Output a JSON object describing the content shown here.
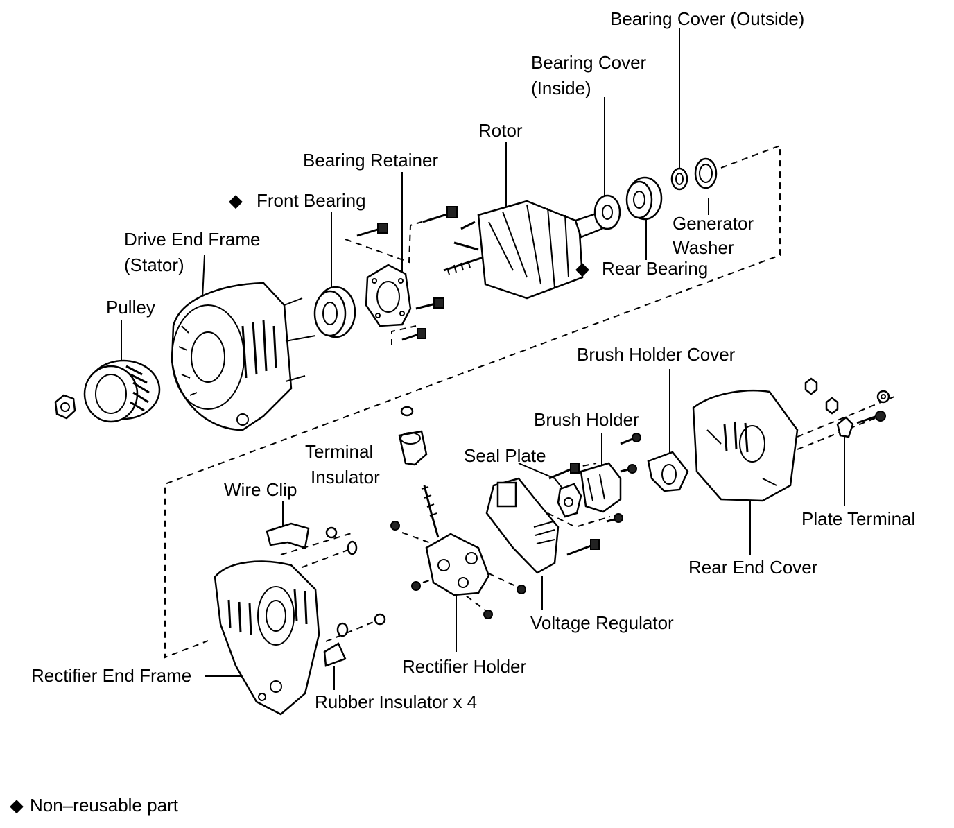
{
  "labels": {
    "bearing_cover_outside": "Bearing Cover (Outside)",
    "bearing_cover_inside_1": "Bearing Cover",
    "bearing_cover_inside_2": "(Inside)",
    "rotor": "Rotor",
    "bearing_retainer": "Bearing Retainer",
    "front_bearing": "Front Bearing",
    "drive_end_frame_1": "Drive End Frame",
    "drive_end_frame_2": "(Stator)",
    "pulley": "Pulley",
    "generator_washer_1": "Generator",
    "generator_washer_2": "Washer",
    "rear_bearing": "Rear Bearing",
    "brush_holder_cover": "Brush Holder Cover",
    "brush_holder": "Brush Holder",
    "terminal_insulator_1": "Terminal",
    "terminal_insulator_2": "Insulator",
    "seal_plate": "Seal Plate",
    "wire_clip": "Wire Clip",
    "plate_terminal": "Plate Terminal",
    "rear_end_cover": "Rear End Cover",
    "voltage_regulator": "Voltage Regulator",
    "rectifier_holder": "Rectifier Holder",
    "rectifier_end_frame": "Rectifier End Frame",
    "rubber_insulator": "Rubber Insulator x 4"
  },
  "legend": {
    "symbol": "◆",
    "text": "Non–reusable part"
  },
  "non_reusable_marker": "◆"
}
